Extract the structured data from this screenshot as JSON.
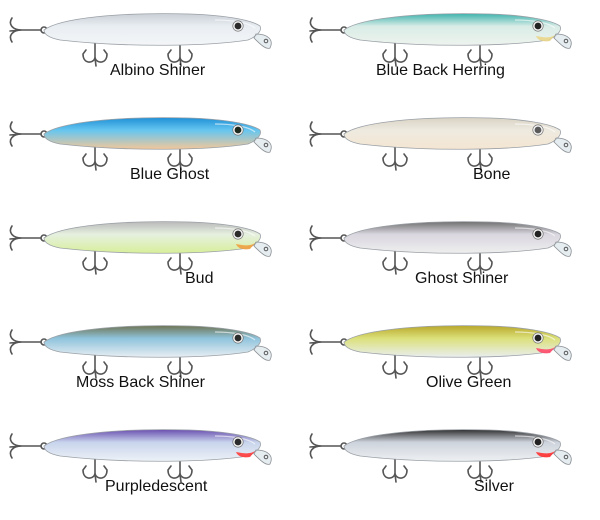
{
  "lures": [
    {
      "name": "Albino Shiner",
      "back": "#c9cfd6",
      "mid": "#e9eef3",
      "belly": "#f3f5f7",
      "eye": "#2b2b2b",
      "throat": ""
    },
    {
      "name": "Blue Back Herring",
      "back": "#3fb3ae",
      "mid": "#d9ece6",
      "belly": "#eef3ee",
      "eye": "#222222",
      "throat": "#e9d68a"
    },
    {
      "name": "Blue Ghost",
      "back": "#1f8fd6",
      "mid": "#66c6ef",
      "belly": "#f3c79a",
      "eye": "#1e2a1e",
      "throat": ""
    },
    {
      "name": "Bone",
      "back": "#d9d3c4",
      "mid": "#eeeae0",
      "belly": "#f4e6d2",
      "eye": "#5a5a5a",
      "throat": ""
    },
    {
      "name": "Bud",
      "back": "#b9b9b9",
      "mid": "#e6f0e0",
      "belly": "#d8ef9a",
      "eye": "#2b2b2b",
      "throat": "#f0a040"
    },
    {
      "name": "Ghost Shiner",
      "back": "#6f6f6f",
      "mid": "#d9d6df",
      "belly": "#eeeeee",
      "eye": "#222222",
      "throat": ""
    },
    {
      "name": "Moss Back Shiner",
      "back": "#6f7554",
      "mid": "#8ec3dc",
      "belly": "#e8eef2",
      "eye": "#2b2b2b",
      "throat": ""
    },
    {
      "name": "Olive Green",
      "back": "#b9a82a",
      "mid": "#dbe07a",
      "belly": "#e9eef0",
      "eye": "#222222",
      "throat": "#ff4a6a"
    },
    {
      "name": "Purpledescent",
      "back": "#6a4fb0",
      "mid": "#c7d4ec",
      "belly": "#eef2f7",
      "eye": "#2b2b2b",
      "throat": "#ff3a3a"
    },
    {
      "name": "Silver",
      "back": "#2f2f2f",
      "mid": "#cdd3dc",
      "belly": "#eef0f2",
      "eye": "#222222",
      "throat": "#ff3030"
    }
  ]
}
